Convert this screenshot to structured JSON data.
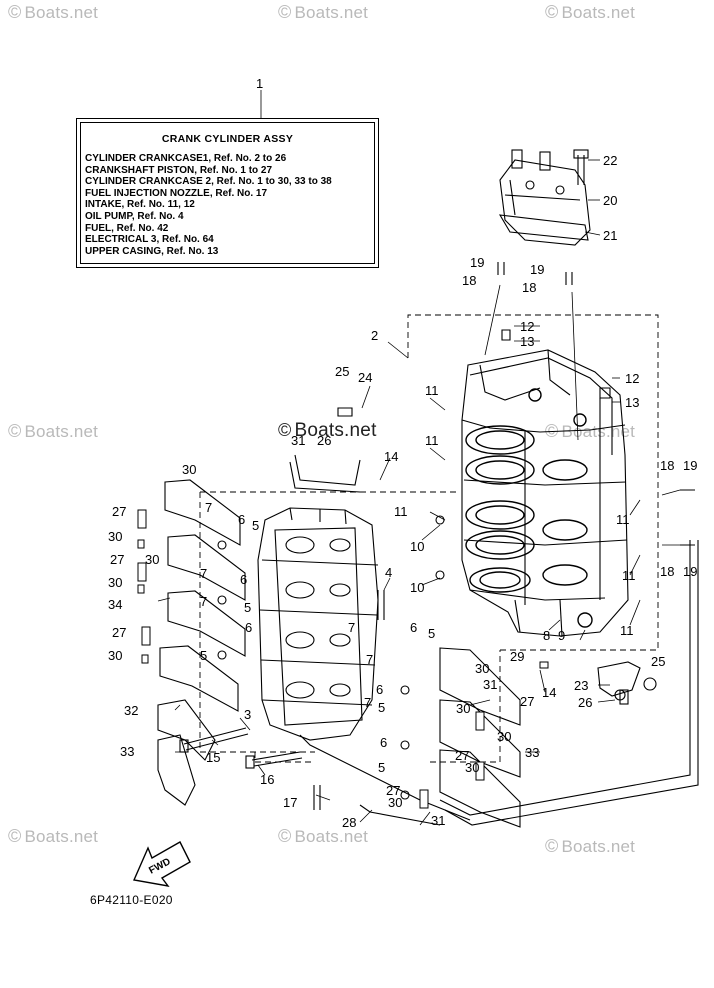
{
  "watermark": {
    "text": "Boats.net",
    "symbol": "©",
    "color": "#b9b9b9"
  },
  "diagram": {
    "callouts": {
      "ref_1": "1",
      "ref_2": "2",
      "ref_3": "3",
      "ref_4": "4",
      "ref_5": "5",
      "ref_6": "6",
      "ref_7": "7",
      "ref_8": "8",
      "ref_9": "9",
      "ref_10": "10",
      "ref_11": "11",
      "ref_12": "12",
      "ref_13": "13",
      "ref_14": "14",
      "ref_15": "15",
      "ref_16": "16",
      "ref_17": "17",
      "ref_18": "18",
      "ref_19": "19",
      "ref_20": "20",
      "ref_21": "21",
      "ref_22": "22",
      "ref_23": "23",
      "ref_24": "24",
      "ref_25": "25",
      "ref_26": "26",
      "ref_27": "27",
      "ref_28": "28",
      "ref_29": "29",
      "ref_30": "30",
      "ref_31": "31",
      "ref_32": "32",
      "ref_33": "33",
      "ref_34": "34"
    },
    "fwd_label": "FWD",
    "figure_id": "6P42110-E020"
  },
  "legend": {
    "title": "CRANK CYLINDER ASSY",
    "lines": [
      "CYLINDER CRANKCASE1,  Ref. No. 2 to 26",
      "CRANKSHAFT PISTON,   Ref. No. 1 to 27",
      "CYLINDER CRANKCASE 2, Ref. No. 1 to 30, 33 to 38",
      "FUEL INJECTION NOZZLE, Ref. No. 17",
      "INTAKE,  Ref. No. 11, 12",
      "OIL PUMP,  Ref. No. 4",
      "FUEL,  Ref. No. 42",
      "ELECTRICAL 3,  Ref. No. 64",
      "UPPER CASING,  Ref. No. 13"
    ]
  }
}
